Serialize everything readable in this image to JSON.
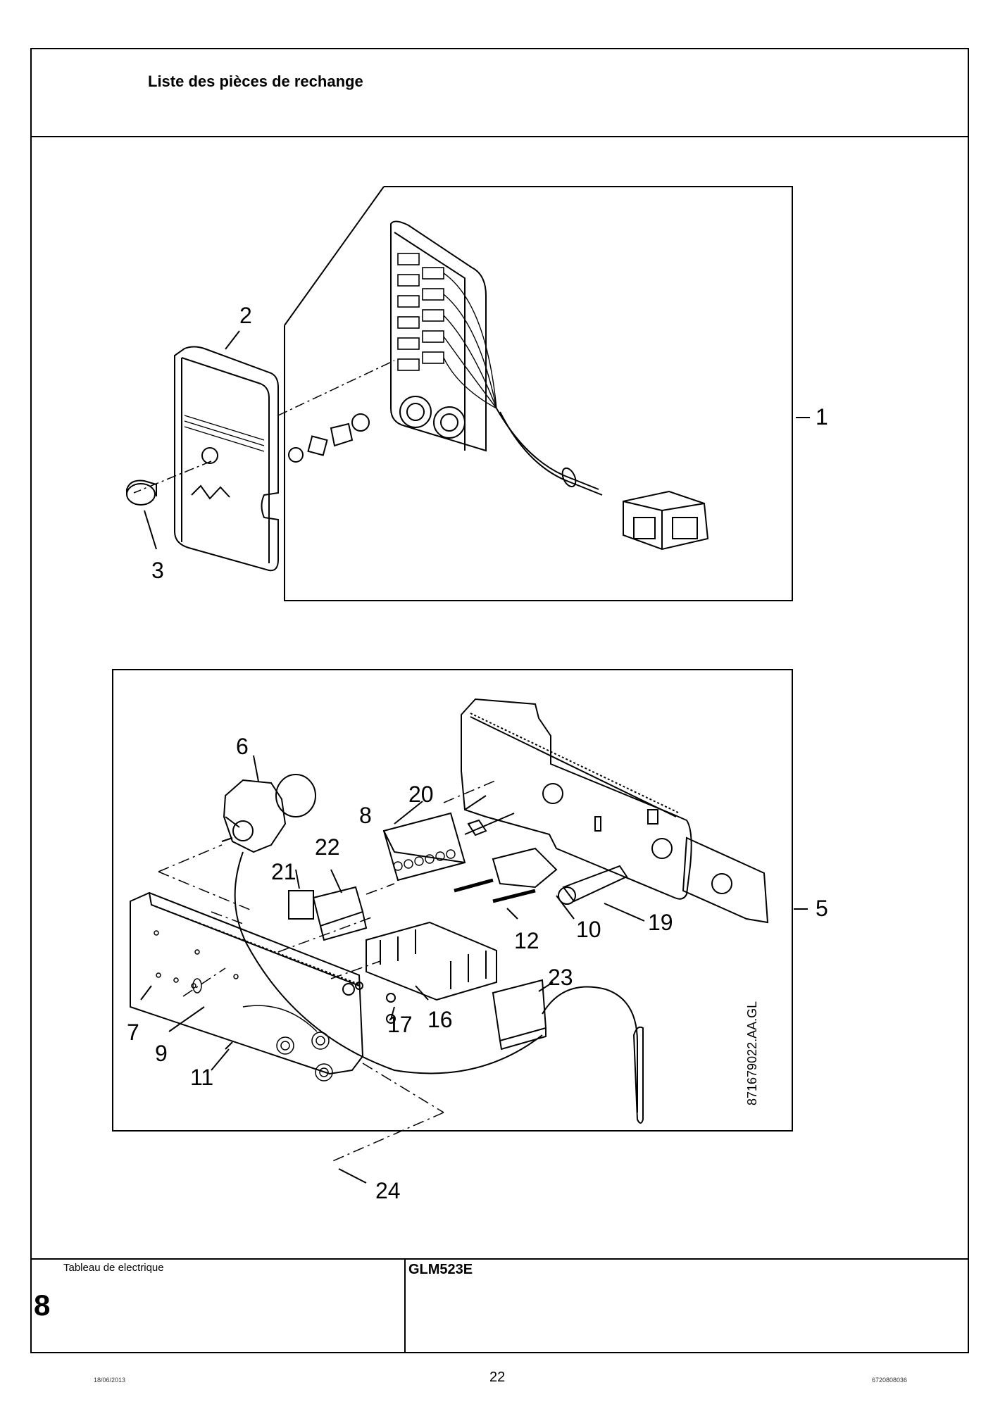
{
  "header": {
    "title": "Liste des pièces de rechange"
  },
  "diagram_top": {
    "callouts": [
      {
        "id": "c1",
        "label": "1"
      },
      {
        "id": "c2",
        "label": "2"
      },
      {
        "id": "c3",
        "label": "3"
      }
    ]
  },
  "diagram_bottom": {
    "callouts": [
      {
        "id": "c5",
        "label": "5"
      },
      {
        "id": "c6",
        "label": "6"
      },
      {
        "id": "c7",
        "label": "7"
      },
      {
        "id": "c8",
        "label": "8"
      },
      {
        "id": "c9",
        "label": "9"
      },
      {
        "id": "c10",
        "label": "10"
      },
      {
        "id": "c11",
        "label": "11"
      },
      {
        "id": "c12",
        "label": "12"
      },
      {
        "id": "c16",
        "label": "16"
      },
      {
        "id": "c17",
        "label": "17"
      },
      {
        "id": "c19",
        "label": "19"
      },
      {
        "id": "c20",
        "label": "20"
      },
      {
        "id": "c21",
        "label": "21"
      },
      {
        "id": "c22",
        "label": "22"
      },
      {
        "id": "c23",
        "label": "23"
      },
      {
        "id": "c24",
        "label": "24"
      }
    ],
    "drawing_ref": "871679022.AA.GL"
  },
  "footer": {
    "section_name": "Tableau de electrique",
    "section_number": "8",
    "model": "GLM523E",
    "date": "18/06/2013",
    "page_number": "22",
    "doc_number": "6720808036"
  }
}
